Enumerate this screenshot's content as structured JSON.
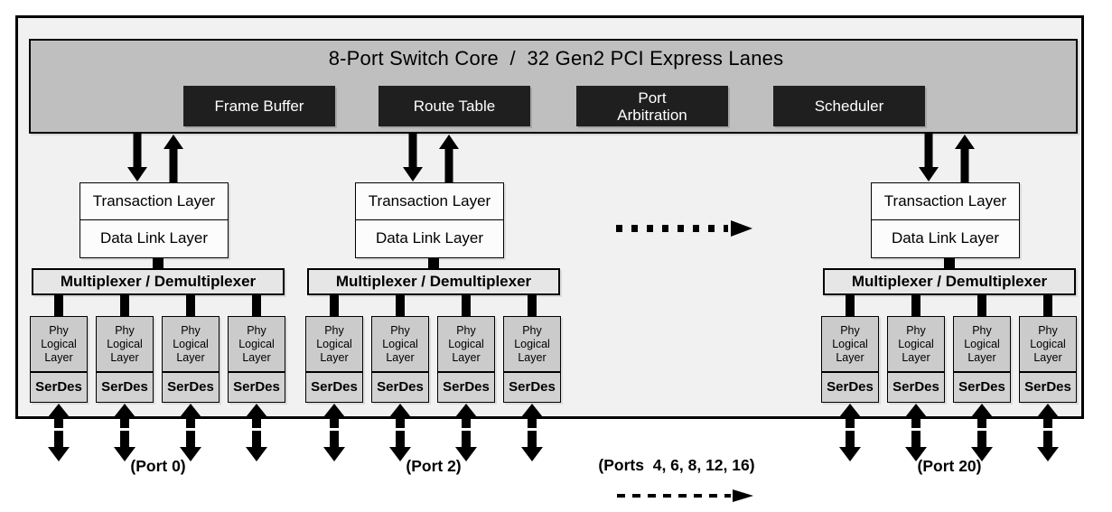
{
  "header": {
    "title": "8-Port Switch Core  /  32 Gen2 PCI Express Lanes",
    "blocks": {
      "frame_buffer": "Frame Buffer",
      "route_table": "Route Table",
      "port_arbitration": "Port\nArbitration",
      "scheduler": "Scheduler"
    }
  },
  "port_group": {
    "transaction_layer": "Transaction Layer",
    "data_link_layer": "Data Link Layer",
    "mux_demux": "Multiplexer / Demultiplexer",
    "phy_logical_layer": "Phy\nLogical\nLayer",
    "serdes": "SerDes"
  },
  "port_labels": {
    "port0": "(Port 0)",
    "port2": "(Port 2)",
    "middle_ports": "(Ports  4, 6, 8, 12, 16)",
    "port20": "(Port 20)"
  },
  "colors": {
    "frame_fill": "#f1f1f1",
    "core_bar_fill": "#bfbfbf",
    "core_block_fill": "#1f1f1f",
    "layer_box_fill": "#fcfcfc",
    "mux_fill": "#e6e6e6",
    "phy_fill": "#cbcbcb",
    "serdes_fill": "#d2d2d2",
    "arrow_color": "#000000"
  }
}
